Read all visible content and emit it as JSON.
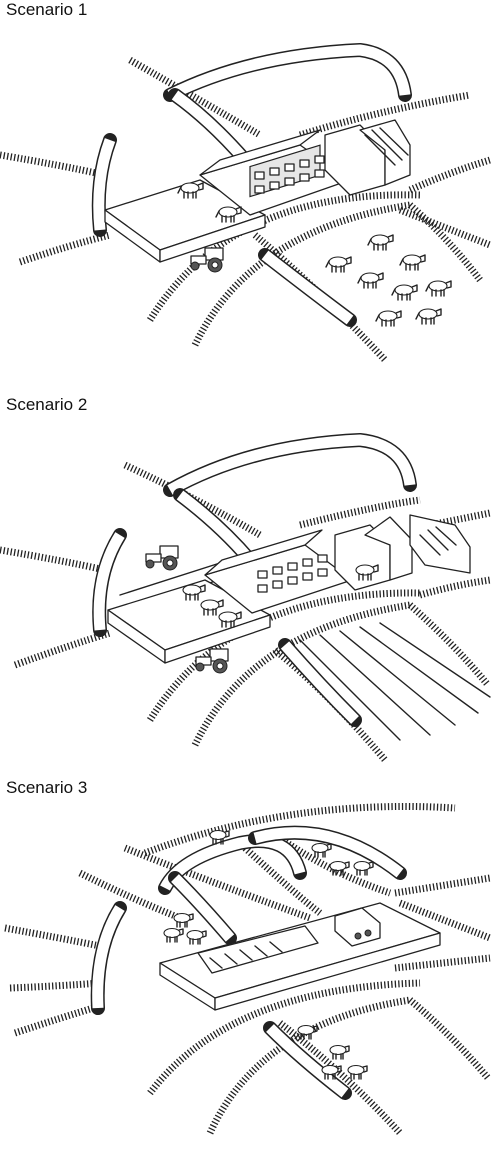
{
  "panels": [
    {
      "title": "Scenario 1"
    },
    {
      "title": "Scenario 2"
    },
    {
      "title": "Scenario 3"
    }
  ]
}
